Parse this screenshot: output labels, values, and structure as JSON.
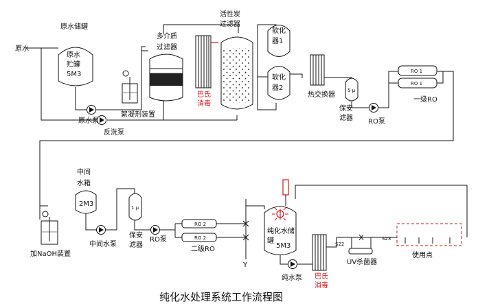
{
  "title": "纯化水处理系统工作流程图",
  "labels": {
    "raw_water": "原水",
    "raw_tank_caption": "原水储罐",
    "raw_tank_l1": "原水",
    "raw_tank_l2": "贮罐",
    "raw_tank_l3": "5M3",
    "raw_pump": "原水泵",
    "flocculant": "絮凝剂装置",
    "backwash_pump": "反洗泵",
    "mm_filter_l1": "多介质",
    "mm_filter_l2": "过滤器",
    "ac_filter_l1": "活性炭",
    "ac_filter_l2": "过滤器",
    "softener1_l1": "软化",
    "softener1_l2": "器1",
    "softener2_l1": "软化",
    "softener2_l2": "器2",
    "pasteur1_l1": "巴氏",
    "pasteur1_l2": "消毒",
    "heat_exchanger": "热交换器",
    "security_filter1_micron": "5 μ",
    "security_filter1_l1": "保安",
    "security_filter1_l2": "滤器",
    "ro_pump1": "RO泵",
    "ro1_a": "RO 1",
    "ro1_b": "RO 1",
    "ro1_stage": "一级RO",
    "naoh": "加NaOH装置",
    "mid_tank_l1": "中间",
    "mid_tank_l2": "水箱",
    "mid_tank_vol": "2M3",
    "mid_pump": "中间水泵",
    "security_filter2_micron": "1 μ",
    "security_filter2_l1": "保安",
    "security_filter2_l2": "滤器",
    "ro_pump2": "RO泵",
    "ro2_a": "RO 2",
    "ro2_b": "RO 2",
    "ro2_stage": "二级RO",
    "y_mark": "Y",
    "pure_tank_l1": "纯化水储",
    "pure_tank_l2": "罐",
    "pure_tank_vol": "5M3",
    "pure_pump": "纯水泵",
    "pasteur2_l1": "巴氏",
    "pasteur2_l2": "消毒",
    "s22": "S22",
    "s23": "S23",
    "uv": "UV杀菌器",
    "use_point": "使用点"
  }
}
